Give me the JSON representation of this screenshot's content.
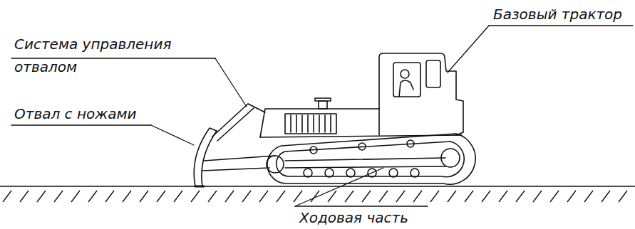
{
  "diagram": {
    "labels": [
      "Базовый трактор",
      "Система управления отвалом",
      "Отвал с ножами",
      "Ходовая часть"
    ]
  }
}
